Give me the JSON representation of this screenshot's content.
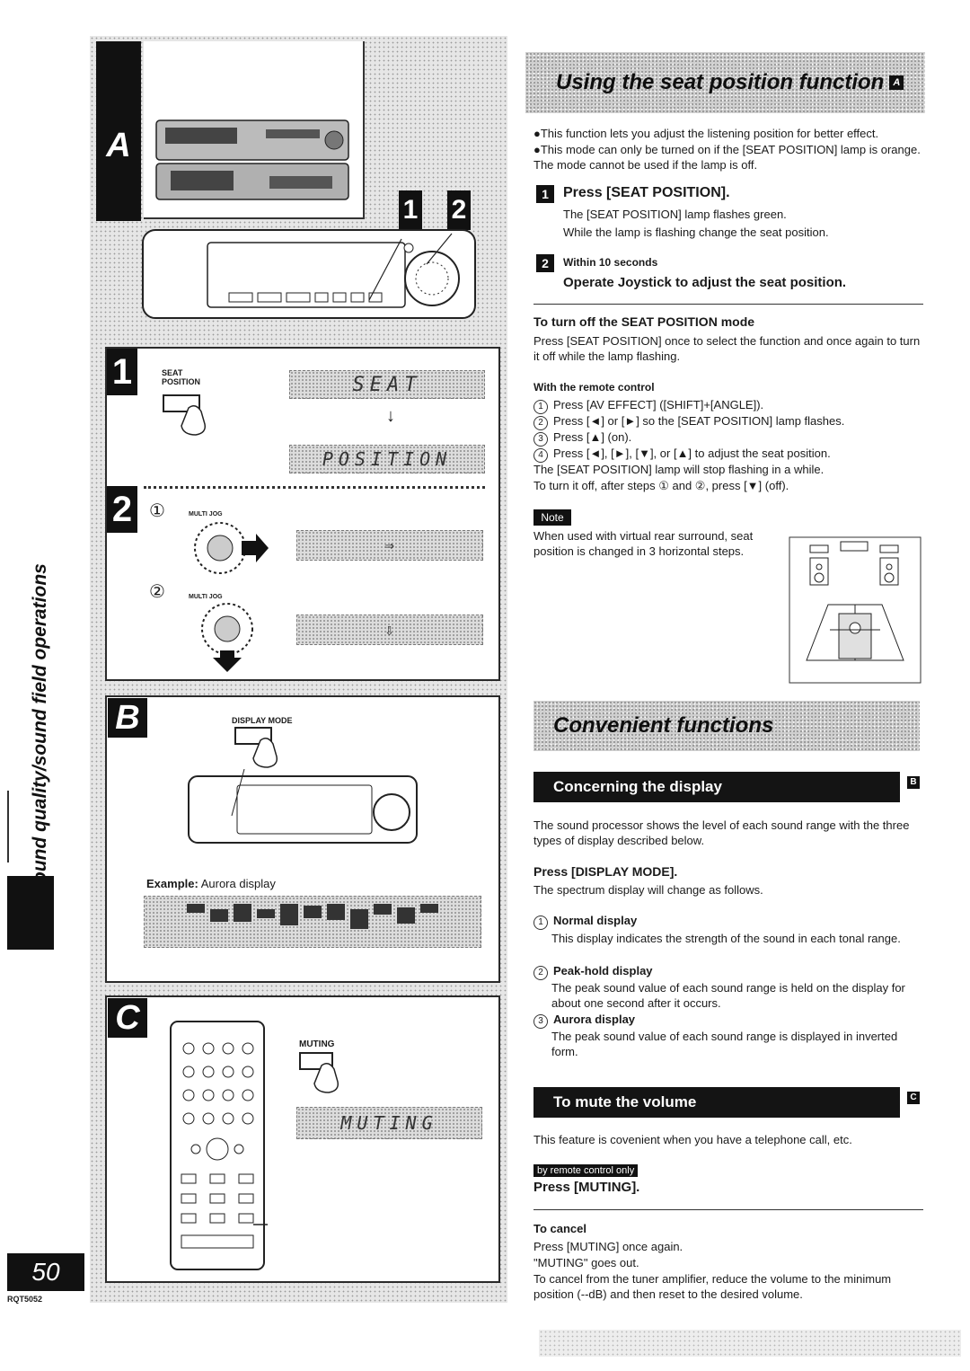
{
  "left": {
    "side_label": "Sound quality/sound field operations",
    "page_number": "50",
    "doc_code": "RQT5052",
    "sections": {
      "a": "A",
      "b": "B",
      "c": "C"
    },
    "step_markers": [
      "1",
      "2"
    ],
    "seat_label": "SEAT POSITION",
    "lcd_seat": "SEAT",
    "lcd_position": "POSITION",
    "multi_jog": "MULTI JOG",
    "sub_steps": [
      "①",
      "②"
    ],
    "display_mode_label": "DISPLAY MODE",
    "example_label": "Example:",
    "example_value": "Aurora display",
    "muting_label": "MUTING",
    "lcd_muting": "MUTING"
  },
  "seat": {
    "banner": "Using the seat position function",
    "banner_marker": "A",
    "intro": [
      "This function lets you adjust the listening position for better effect.",
      "This mode can only be turned on if the [SEAT POSITION] lamp is orange. The mode cannot be used if the lamp is off."
    ],
    "step1": {
      "num": "1",
      "title": "Press [SEAT POSITION].",
      "lines": [
        "The [SEAT POSITION] lamp flashes green.",
        "While the lamp is flashing change the seat position."
      ]
    },
    "step2": {
      "num": "2",
      "pre": "Within 10 seconds",
      "title": "Operate Joystick to adjust the seat position."
    },
    "turn_off": {
      "heading": "To turn off the SEAT POSITION mode",
      "text": "Press [SEAT POSITION] once to select the function and once again to turn it off while the lamp flashing."
    },
    "remote": {
      "heading": "With the remote control",
      "steps": [
        {
          "n": "1",
          "text": "Press [AV EFFECT] ([SHIFT]+[ANGLE])."
        },
        {
          "n": "2",
          "text": "Press [◄] or [►] so the [SEAT POSITION] lamp flashes."
        },
        {
          "n": "3",
          "text": "Press [▲] (on)."
        },
        {
          "n": "4",
          "text": "Press [◄], [►], [▼], or [▲] to adjust the seat position."
        }
      ],
      "after": [
        "The [SEAT POSITION] lamp will stop flashing in a while.",
        "To turn it off, after steps ① and ②, press [▼] (off)."
      ]
    },
    "note": {
      "label": "Note",
      "text": "When used with virtual rear surround, seat position is changed in 3 horizontal steps."
    }
  },
  "convenient": {
    "banner": "Convenient functions",
    "display": {
      "bar": "Concerning the display",
      "marker": "B",
      "intro": "The sound processor shows the level of each sound range with the three types of display described below.",
      "press": "Press [DISPLAY MODE].",
      "press_sub": "The spectrum display will change as follows.",
      "modes": [
        {
          "n": "1",
          "title": "Normal display",
          "text": "This display indicates the strength of the sound in each tonal range."
        },
        {
          "n": "2",
          "title": "Peak-hold display",
          "text": "The peak sound value of each sound range is held on the display for about one second after it occurs."
        },
        {
          "n": "3",
          "title": "Aurora display",
          "text": "The peak sound value of each sound range is displayed in inverted form."
        }
      ]
    },
    "mute": {
      "bar": "To mute the volume",
      "marker": "C",
      "intro": "This feature is covenient when you have a telephone call, etc.",
      "tag": "by remote control only",
      "press": "Press [MUTING].",
      "cancel_heading": "To cancel",
      "cancel_lines": [
        "Press [MUTING] once again.",
        "\"MUTING\" goes out.",
        "To cancel from the tuner amplifier, reduce the volume to the minimum position (--dB) and then reset to the desired volume."
      ]
    }
  }
}
